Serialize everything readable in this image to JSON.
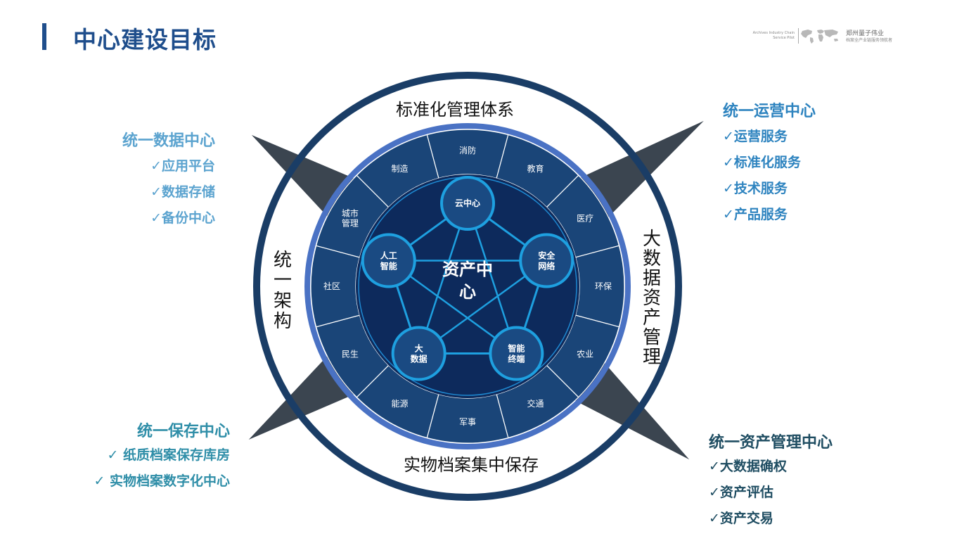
{
  "page_title": "中心建设目标",
  "logo": {
    "en_line1": "Archives Industry Chain",
    "en_line2": "Service Pilot",
    "cn_line1": "郑州量子伟业",
    "cn_line2": "档案全产业链服务领航者",
    "map_icon": "world-map-icon"
  },
  "ring": {
    "top": "标准化管理体系",
    "bottom": "实物档案集中保存",
    "left": [
      "统",
      "一",
      "架",
      "构"
    ],
    "right": [
      "大",
      "数",
      "据",
      "资",
      "产",
      "管",
      "理"
    ]
  },
  "sectors": [
    "消防",
    "教育",
    "医疗",
    "环保",
    "农业",
    "交通",
    "军事",
    "能源",
    "民生",
    "社区",
    "城市\n管理",
    "制造"
  ],
  "center": {
    "label": [
      "资产中",
      "心"
    ],
    "nodes": [
      {
        "lines": [
          "云中心"
        ]
      },
      {
        "lines": [
          "安全",
          "网络"
        ]
      },
      {
        "lines": [
          "智能",
          "终端"
        ]
      },
      {
        "lines": [
          "大",
          "数据"
        ]
      },
      {
        "lines": [
          "人工",
          "智能"
        ]
      }
    ]
  },
  "panels": {
    "top_left": {
      "heading": "统一数据中心",
      "items": [
        "✓应用平台",
        "✓数据存储",
        "✓备份中心"
      ]
    },
    "top_right": {
      "heading": "统一运营中心",
      "items": [
        "✓运营服务",
        "✓标准化服务",
        "✓技术服务",
        "✓产品服务"
      ]
    },
    "bottom_left": {
      "heading": "统一保存中心",
      "items": [
        "✓  纸质档案保存库房",
        "✓  实物档案数字化中心"
      ]
    },
    "bottom_right": {
      "heading": "统一资产管理中心",
      "items": [
        "✓大数据确权",
        "✓资产评估",
        "✓资产交易"
      ]
    }
  },
  "colors": {
    "title": "#1f4e8c",
    "outer_ring": "#1a3d66",
    "mid_ring": "#4a72c4",
    "sector_fill": "#1a4578",
    "core_fill": "#0d2a5c",
    "node_stroke": "#1ea0e0",
    "compass": "#3b4550"
  }
}
